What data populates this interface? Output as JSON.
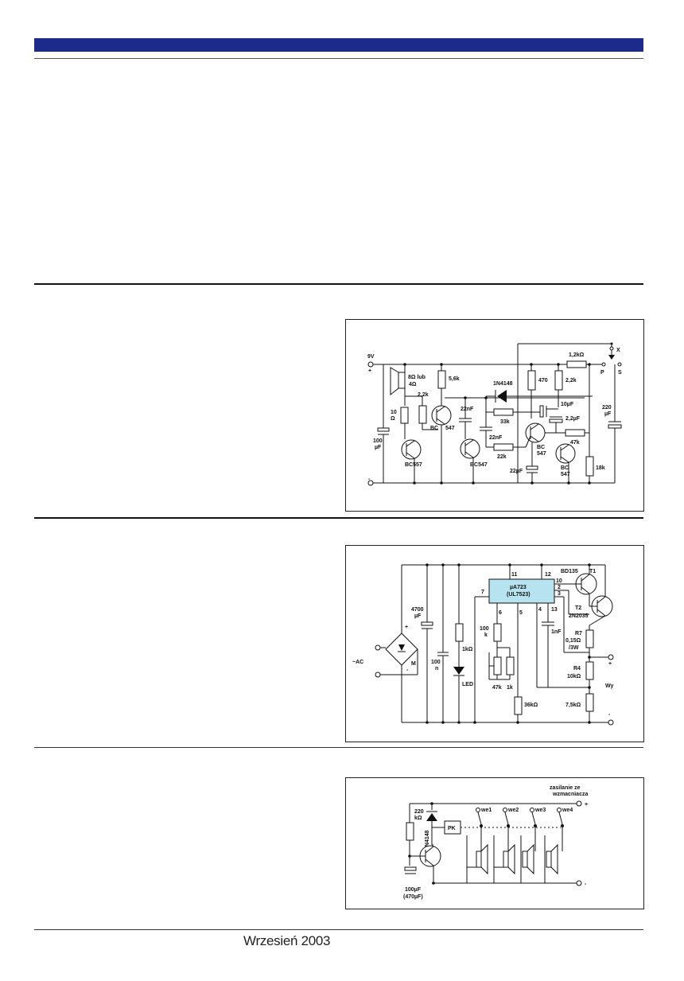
{
  "footer": {
    "date": "Wrzesień 2003"
  },
  "colors": {
    "header_bar": "#1c2a8c",
    "ic_fill": "#b7e3f0"
  },
  "circuit1": {
    "label_9v": "9V",
    "plus": "+",
    "minus": "-",
    "speaker": "8Ω lub",
    "speaker2": "4Ω",
    "r_2k2a": "2,2k",
    "r_10": "10",
    "r_10u": "Ω",
    "c_100": "100",
    "c_100u": "µF",
    "q1": "BC557",
    "r_5k6": "5,6k",
    "q2a": "BC",
    "q2b": "547",
    "c_22nf_a": "22nF",
    "c_22nf_b": "22nF",
    "q3": "BC547",
    "d1": "1N4148",
    "r_33k": "33k",
    "r_22k": "22k",
    "r_470": "470",
    "r_2k2b": "2,2k",
    "r_1k2": "1,2kΩ",
    "c_10uf": "10µF",
    "c_2u2": "2,2µF",
    "c_22uf": "22µF",
    "q4a": "BC",
    "q4b": "547",
    "r_47k": "47k",
    "q5a": "BC",
    "q5b": "547",
    "r_18k": "18k",
    "c_220": "220",
    "c_220u": "µF",
    "term_x": "X",
    "term_p": "P",
    "term_s": "S"
  },
  "circuit2": {
    "plus": "+",
    "minus": "-",
    "ac": "~AC",
    "bridge_m": "M",
    "c_4700": "4700",
    "c_4700u": "µF",
    "c_100": "100",
    "c_100n": "n",
    "r_1k": "1kΩ",
    "led": "LED",
    "ic1": "µA723",
    "ic2": "(UL7523)",
    "pin11": "11",
    "pin12": "12",
    "pin10": "10",
    "pin2": "2",
    "pin3": "3",
    "pin7": "7",
    "pin6": "6",
    "pin5": "5",
    "pin4": "4",
    "pin13": "13",
    "r_100k": "100",
    "r_100k_u": "k",
    "pot_47k": "47k",
    "r_1k_b": "1k",
    "r_36k": "36kΩ",
    "c_1nf": "1nF",
    "t1_type": "BD135",
    "t1": "T1",
    "t2": "T2",
    "t2_type": "2N2035",
    "r7": "R7",
    "r7_val": "0,15Ω",
    "r7_w": "/3W",
    "r4": "R4",
    "r4_val": "10kΩ",
    "r_7k5": "7,5kΩ",
    "out": "Wy",
    "out_plus": "+",
    "out_minus": "-"
  },
  "circuit3": {
    "supply1": "zasilanie ze",
    "supply2": "wzmacniacza",
    "plus": "+",
    "minus": "-",
    "r_220": "220",
    "r_220u": "kΩ",
    "d": "1N4148",
    "relay": "PK",
    "c_100": "100µF",
    "c_470": "(470µF)",
    "we1": "we1",
    "we2": "we2",
    "we3": "we3",
    "we4": "we4"
  }
}
